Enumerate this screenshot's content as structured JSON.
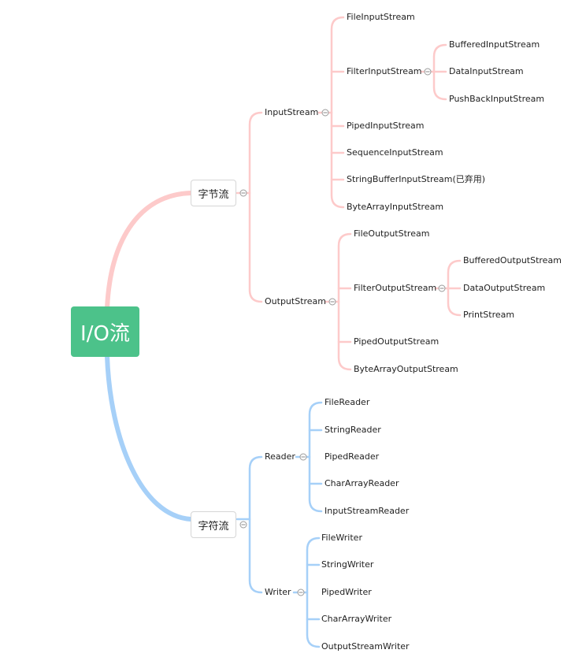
{
  "root": {
    "label": "I/O流"
  },
  "colors": {
    "root_bg": "#4cc28a",
    "byte_branch": "#fdcaca",
    "char_branch": "#a6d0f8"
  },
  "byte_stream": {
    "label": "字节流",
    "input": {
      "label": "InputStream",
      "children": [
        "FileInputStream",
        "FilterInputStream",
        "PipedInputStream",
        "SequenceInputStream",
        "StringBufferInputStream(已弃用)",
        "ByteArrayInputStream"
      ],
      "filter_children": [
        "BufferedInputStream",
        "DataInputStream",
        "PushBackInputStream"
      ]
    },
    "output": {
      "label": "OutputStream",
      "children": [
        "FileOutputStream",
        "FilterOutputStream",
        "PipedOutputStream",
        "ByteArrayOutputStream"
      ],
      "filter_children": [
        "BufferedOutputStream",
        "DataOutputStream",
        "PrintStream"
      ]
    }
  },
  "char_stream": {
    "label": "字符流",
    "reader": {
      "label": "Reader",
      "children": [
        "FileReader",
        "StringReader",
        "PipedReader",
        "CharArrayReader",
        "InputStreamReader"
      ]
    },
    "writer": {
      "label": "Writer",
      "children": [
        "FileWriter",
        "StringWriter",
        "PipedWriter",
        "CharArrayWriter",
        "OutputStreamWriter"
      ]
    }
  }
}
